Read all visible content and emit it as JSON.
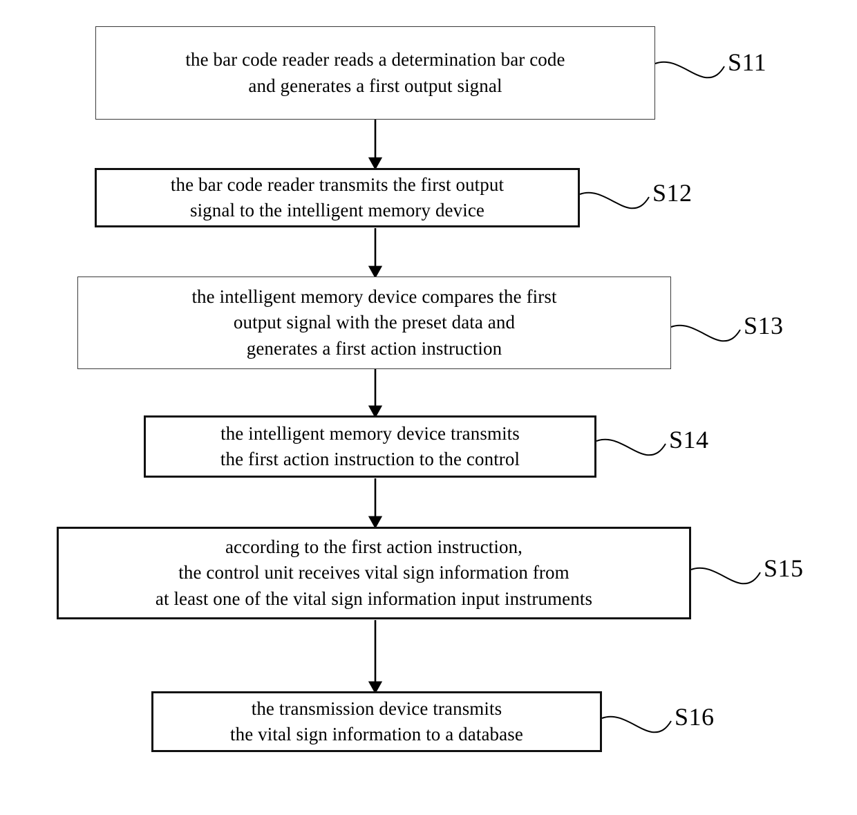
{
  "diagram": {
    "type": "flowchart",
    "orientation": "vertical",
    "title": "",
    "background_color": "#ffffff",
    "line_color": "#000000",
    "text_color": "#000000",
    "nodes": [
      {
        "id": "S11",
        "label": "S11",
        "text": "the bar code reader reads a determination bar code\nand generates a first output signal",
        "border": "thin"
      },
      {
        "id": "S12",
        "label": "S12",
        "text": "the bar code reader transmits the first output\nsignal  to the intelligent memory device",
        "border": "thick"
      },
      {
        "id": "S13",
        "label": "S13",
        "text": "the intelligent memory device compares the first\noutput signal  with the preset data and\ngenerates a first action instruction",
        "border": "thin"
      },
      {
        "id": "S14",
        "label": "S14",
        "text": "the intelligent memory device transmits\nthe first action instruction to the control",
        "border": "thick"
      },
      {
        "id": "S15",
        "label": "S15",
        "text": "according to the first action instruction,\nthe control unit receives vital sign information from\nat least one of the vital sign information input instruments",
        "border": "thick"
      },
      {
        "id": "S16",
        "label": "S16",
        "text": "the transmission device transmits\nthe vital sign information to a database",
        "border": "thick"
      }
    ],
    "connectors": [
      {
        "from": "S11",
        "to": "S12",
        "style": "arrow-down"
      },
      {
        "from": "S12",
        "to": "S13",
        "style": "arrow-down"
      },
      {
        "from": "S13",
        "to": "S14",
        "style": "arrow-down"
      },
      {
        "from": "S14",
        "to": "S15",
        "style": "arrow-down"
      },
      {
        "from": "S15",
        "to": "S16",
        "style": "arrow-down"
      }
    ]
  }
}
